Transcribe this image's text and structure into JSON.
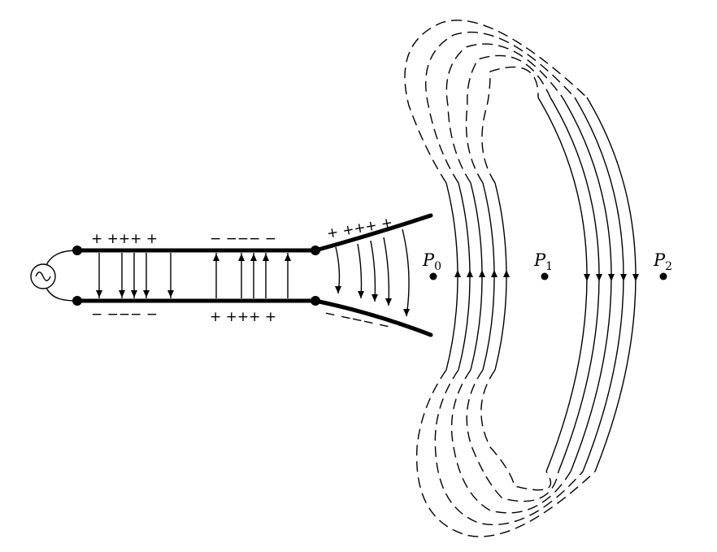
{
  "charges": {
    "top_left": "+ +++ +",
    "bottom_left": "− −−− −",
    "top_mid": "− −−− −",
    "bottom_mid": "+ +++ +",
    "flare_top": "+ +++ +",
    "flare_bottom": "− −−− −"
  },
  "points": [
    {
      "letter": "P",
      "sub": "0"
    },
    {
      "letter": "P",
      "sub": "1"
    },
    {
      "letter": "P",
      "sub": "2"
    }
  ],
  "icons": {
    "source": "ac-source-icon"
  }
}
